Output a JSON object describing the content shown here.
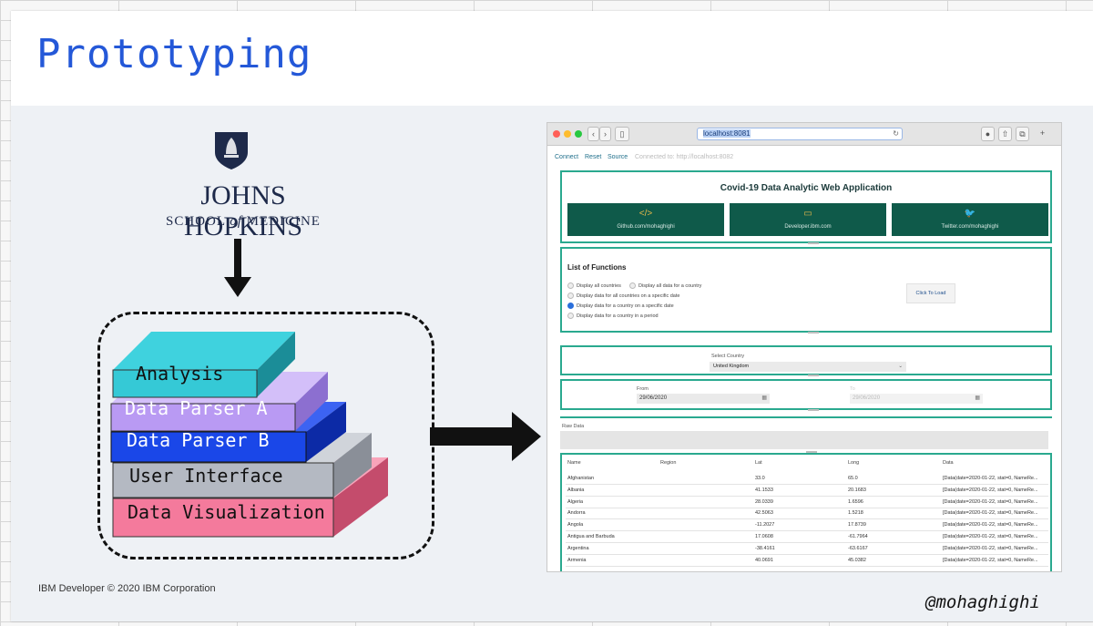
{
  "slide": {
    "title": "Prototyping",
    "footer": "IBM Developer © 2020 IBM Corporation",
    "handle": "@mohaghighi"
  },
  "logo": {
    "name": "JOHNS HOPKINS",
    "subtitle_pre": "SCHOOL ",
    "subtitle_of": "of",
    "subtitle_post": " MEDICINE"
  },
  "stack": {
    "layers": [
      {
        "label": "Analysis",
        "color": "#35c9d6"
      },
      {
        "label": "Data Parser A",
        "color": "#b99af3"
      },
      {
        "label": "Data Parser B",
        "color": "#1a47e8"
      },
      {
        "label": "User Interface",
        "color": "#b4b9c2"
      },
      {
        "label": "Data Visualization",
        "color": "#f47a9c"
      }
    ]
  },
  "browser": {
    "url": "localhost:8081",
    "toolbar": {
      "connect": "Connect",
      "reset": "Reset",
      "source": "Source",
      "status": "Connected to: http://localhost:8082"
    },
    "app_title": "Covid-19 Data Analytic Web Application",
    "tiles": [
      {
        "icon": "</>",
        "label": "Github.com/mohaghighi"
      },
      {
        "icon": "▭",
        "label": "Developer.ibm.com"
      },
      {
        "icon": "🐦",
        "label": "Twitter.com/mohaghighi"
      }
    ],
    "functions": {
      "heading": "List of Functions",
      "options": [
        "Display all countries",
        "Display all data for a country",
        "Display data for all countries on a specific date",
        "Display data for a country on a specific date",
        "Display data for a country in a period"
      ],
      "selected_index": 3,
      "load_button": "Click To Load"
    },
    "country": {
      "label": "Select Country",
      "value": "United Kingdom"
    },
    "dates": {
      "from_label": "From",
      "from_value": "29/06/2020",
      "to_label": "To",
      "to_value": "29/06/2020"
    },
    "raw": {
      "label": "Raw Data"
    },
    "table": {
      "headers": [
        "Name",
        "Region",
        "Lat",
        "Long",
        "Data"
      ],
      "rows": [
        [
          "Afghanistan",
          "",
          "33.0",
          "65.0",
          "[Data(date=2020-01-22, stat=0, NameRe..."
        ],
        [
          "Albania",
          "",
          "41.1533",
          "20.1683",
          "[Data(date=2020-01-22, stat=0, NameRe..."
        ],
        [
          "Algeria",
          "",
          "28.0339",
          "1.6596",
          "[Data(date=2020-01-22, stat=0, NameRe..."
        ],
        [
          "Andorra",
          "",
          "42.5063",
          "1.5218",
          "[Data(date=2020-01-22, stat=0, NameRe..."
        ],
        [
          "Angola",
          "",
          "-11.2027",
          "17.8739",
          "[Data(date=2020-01-22, stat=0, NameRe..."
        ],
        [
          "Antigua and Barbuda",
          "",
          "17.0608",
          "-61.7964",
          "[Data(date=2020-01-22, stat=0, NameRe..."
        ],
        [
          "Argentina",
          "",
          "-38.4161",
          "-63.6167",
          "[Data(date=2020-01-22, stat=0, NameRe..."
        ],
        [
          "Armenia",
          "",
          "40.0691",
          "45.0382",
          "[Data(date=2020-01-22, stat=0, NameRe..."
        ]
      ]
    }
  }
}
